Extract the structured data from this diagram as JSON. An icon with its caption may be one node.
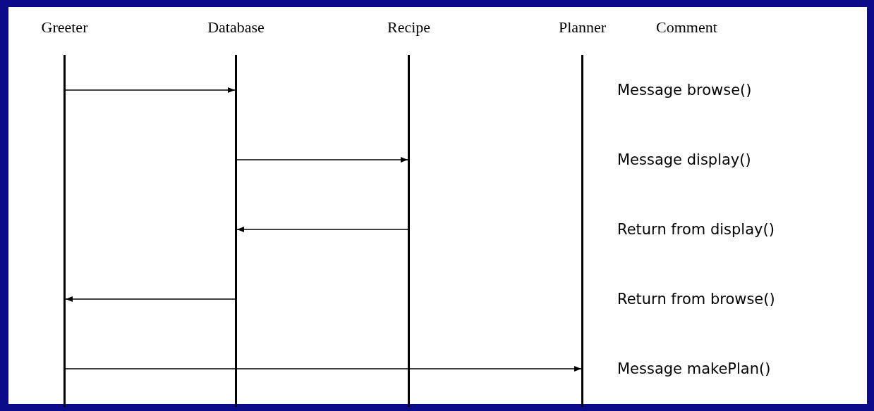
{
  "diagram": {
    "nodes": [
      {
        "text": [
          "Greeter"
        ]
      },
      {
        "text": [
          "Database"
        ]
      },
      {
        "text": [
          "Recipe"
        ]
      },
      {
        "text": [
          "Planner"
        ]
      }
    ],
    "edges": [
      {
        "from": 0,
        "to": 1,
        "arrow": "to"
      },
      {
        "from": 1,
        "to": 2,
        "arrow": "to"
      },
      {
        "from": 2,
        "to": 1,
        "arrow": "to"
      },
      {
        "from": 1,
        "to": 0,
        "arrow": "to"
      },
      {
        "from": 0,
        "to": 3,
        "arrow": "to"
      }
    ],
    "labels": [
      "Comment",
      "Message browse()",
      "Message display()",
      "Return from display()",
      "Return from browse()",
      "Message makePlan()"
    ]
  }
}
